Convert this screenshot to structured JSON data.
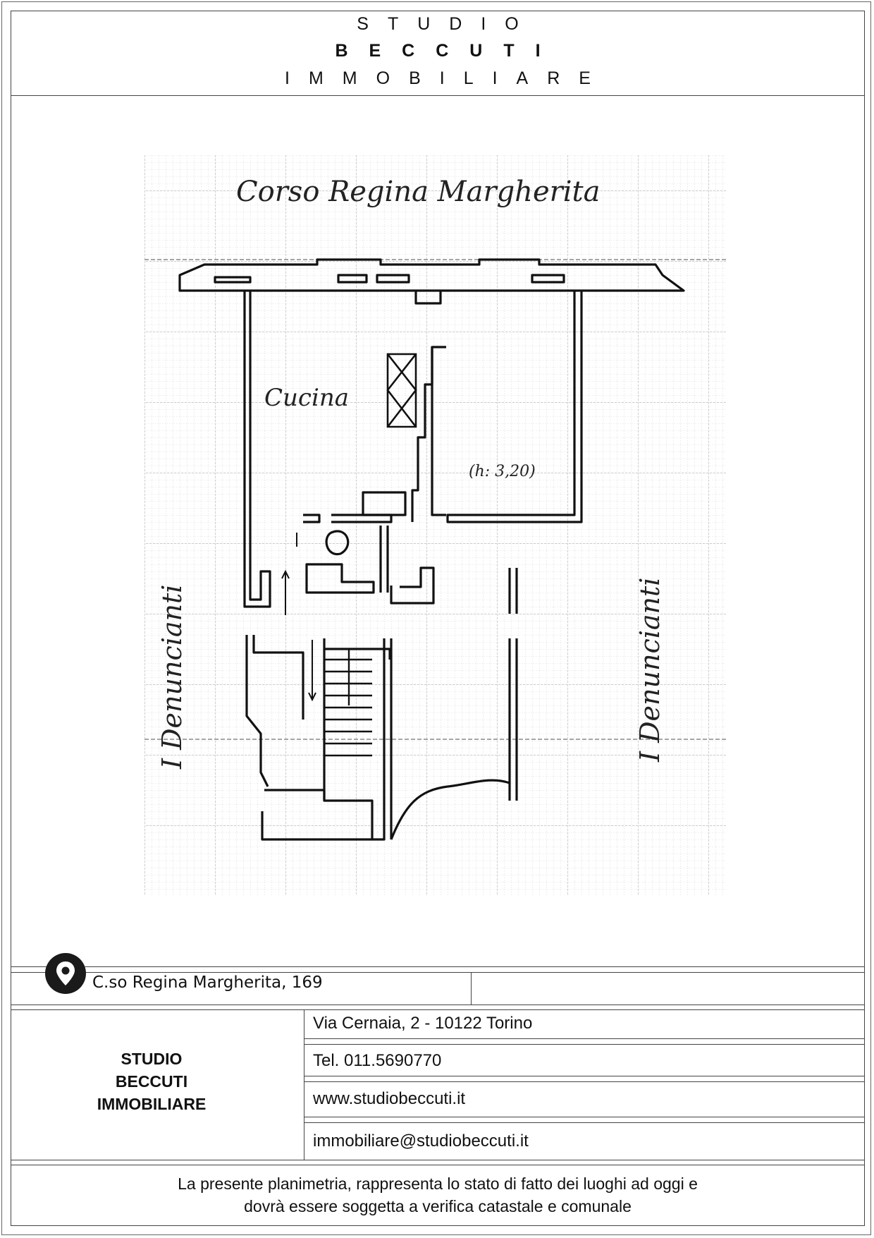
{
  "header": {
    "line1": "STUDIO",
    "line2": "BECCUTI",
    "line3": "IMMOBILIARE"
  },
  "plan": {
    "street_label": "Corso Regina Margherita",
    "room_label": "Cucina",
    "height_label": "(h: 3,20)",
    "left_neighbor_label": "I Denuncianti",
    "right_neighbor_label": "I Denuncianti"
  },
  "property": {
    "address": "C.so Regina Margherita, 169"
  },
  "company": {
    "line1": "STUDIO",
    "line2": "BECCUTI",
    "line3": "IMMOBILIARE"
  },
  "contacts": {
    "address": "Via Cernaia, 2 - 10122 Torino",
    "phone": "Tel. 011.5690770",
    "website": "www.studiobeccuti.it",
    "email": "immobiliare@studiobeccuti.it"
  },
  "disclaimer": {
    "line1": "La presente planimetria, rappresenta lo stato di fatto dei luoghi ad oggi e",
    "line2": "dovrà essere soggetta a verifica catastale e comunale"
  }
}
